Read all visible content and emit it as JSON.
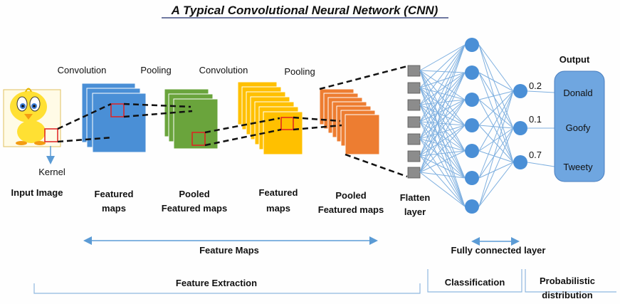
{
  "title": "A Typical Convolutional Neural Network (CNN)",
  "stages": {
    "convolution_1": "Convolution",
    "pooling_1": "Pooling",
    "convolution_2": "Convolution",
    "pooling_2": "Pooling"
  },
  "kernel_label": "Kernel",
  "bottom_labels": {
    "input_image": "Input Image",
    "featured_maps_1": [
      "Featured",
      "maps"
    ],
    "pooled_featured_maps_1": [
      "Pooled",
      "Featured maps"
    ],
    "featured_maps_2": [
      "Featured",
      "maps"
    ],
    "pooled_featured_maps_2": [
      "Pooled",
      "Featured maps"
    ],
    "flatten_layer": [
      "Flatten",
      "layer"
    ]
  },
  "output": {
    "header": "Output",
    "classes": [
      "Donald",
      "Goofy",
      "Tweety"
    ],
    "probabilities": [
      "0.2",
      "0.1",
      "0.7"
    ]
  },
  "spans": {
    "feature_maps": "Feature Maps",
    "fully_connected": "Fully connected layer"
  },
  "braces": {
    "feature_extraction": "Feature Extraction",
    "classification": "Classification",
    "probabilistic": [
      "Probabilistic",
      "distribution"
    ]
  },
  "colors": {
    "title": "#1a2a6a",
    "conv1_blue": "#4a8fd6",
    "pool1_green": "#6aa43c",
    "conv2_yellow": "#ffc000",
    "pool2_orange": "#ed7d31",
    "node_blue": "#4a8fd6",
    "flatten_gray": "#8c8c8c",
    "connection": "#7fb0e0",
    "output_box": "#6fa6e0",
    "kernel_red": "#e02020"
  },
  "icons": {
    "input_image": "cartoon-bird-icon"
  }
}
